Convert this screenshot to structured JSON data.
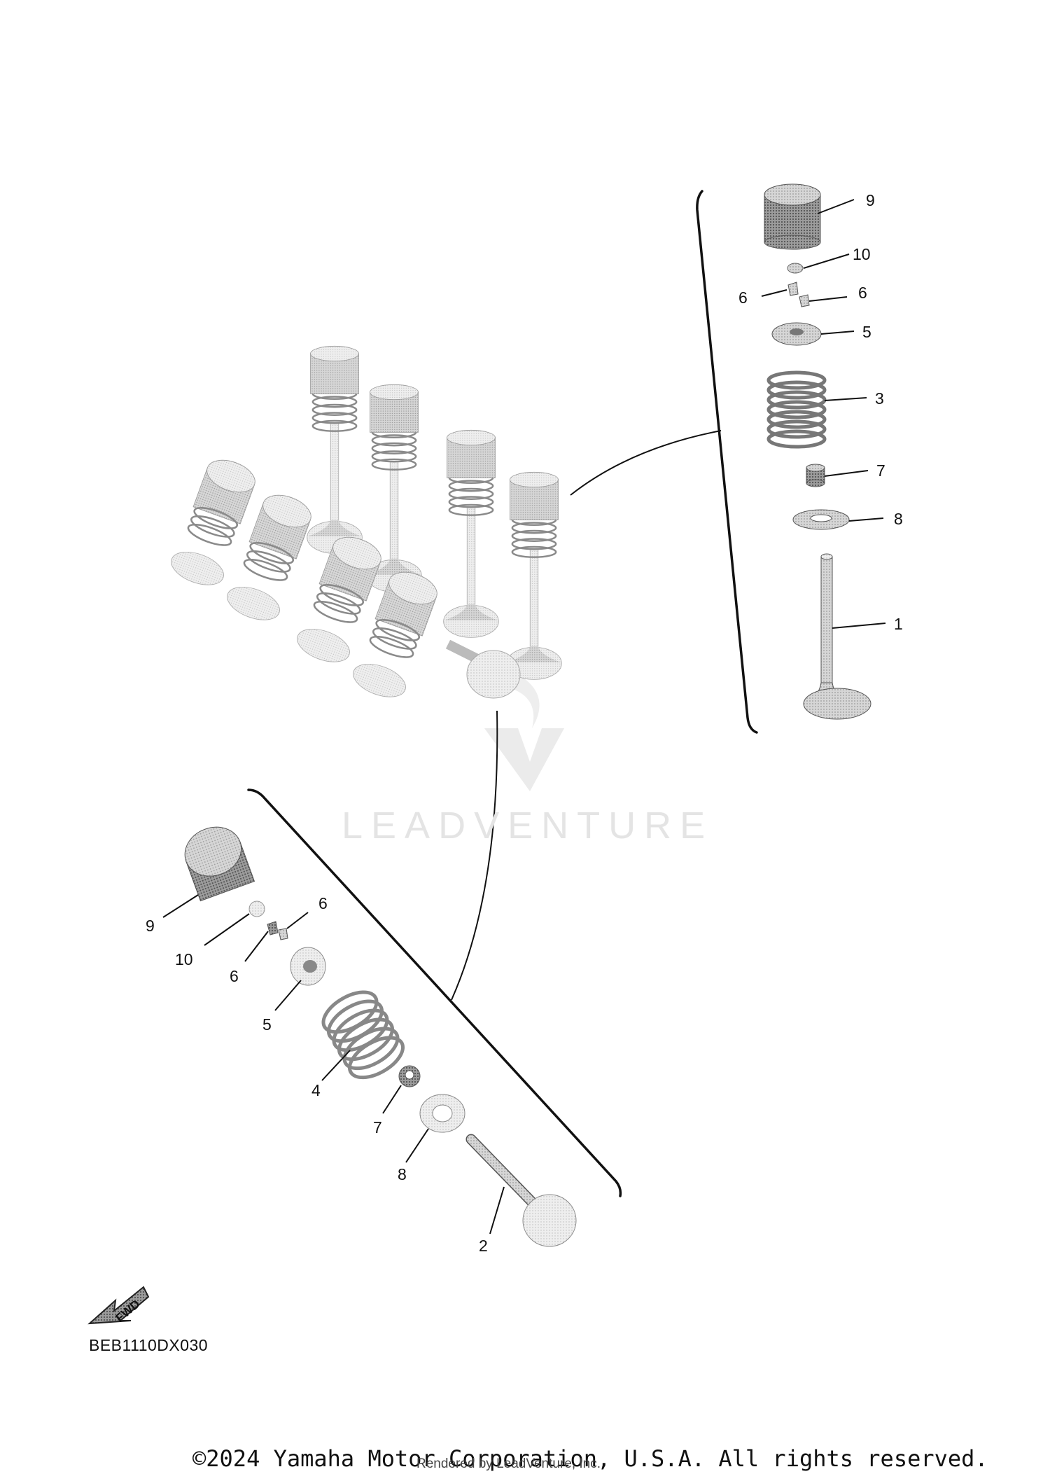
{
  "diagram": {
    "code": "BEB1110DX030",
    "fwd_label": "FWD",
    "watermark": "LEADVENTURE",
    "copyright": "©2024 Yamaha Motor Corporation, U.S.A. All rights reserved.",
    "rendered_by": "Rendered by LeadVenture, Inc.",
    "upper_callouts": [
      {
        "id": "u9",
        "label": "9"
      },
      {
        "id": "u10",
        "label": "10"
      },
      {
        "id": "u6a",
        "label": "6"
      },
      {
        "id": "u6b",
        "label": "6"
      },
      {
        "id": "u5",
        "label": "5"
      },
      {
        "id": "u3",
        "label": "3"
      },
      {
        "id": "u7",
        "label": "7"
      },
      {
        "id": "u8",
        "label": "8"
      },
      {
        "id": "u1",
        "label": "1"
      }
    ],
    "lower_callouts": [
      {
        "id": "l9",
        "label": "9"
      },
      {
        "id": "l10",
        "label": "10"
      },
      {
        "id": "l6a",
        "label": "6"
      },
      {
        "id": "l6b",
        "label": "6"
      },
      {
        "id": "l5",
        "label": "5"
      },
      {
        "id": "l4",
        "label": "4"
      },
      {
        "id": "l7",
        "label": "7"
      },
      {
        "id": "l8",
        "label": "8"
      },
      {
        "id": "l2",
        "label": "2"
      }
    ]
  }
}
